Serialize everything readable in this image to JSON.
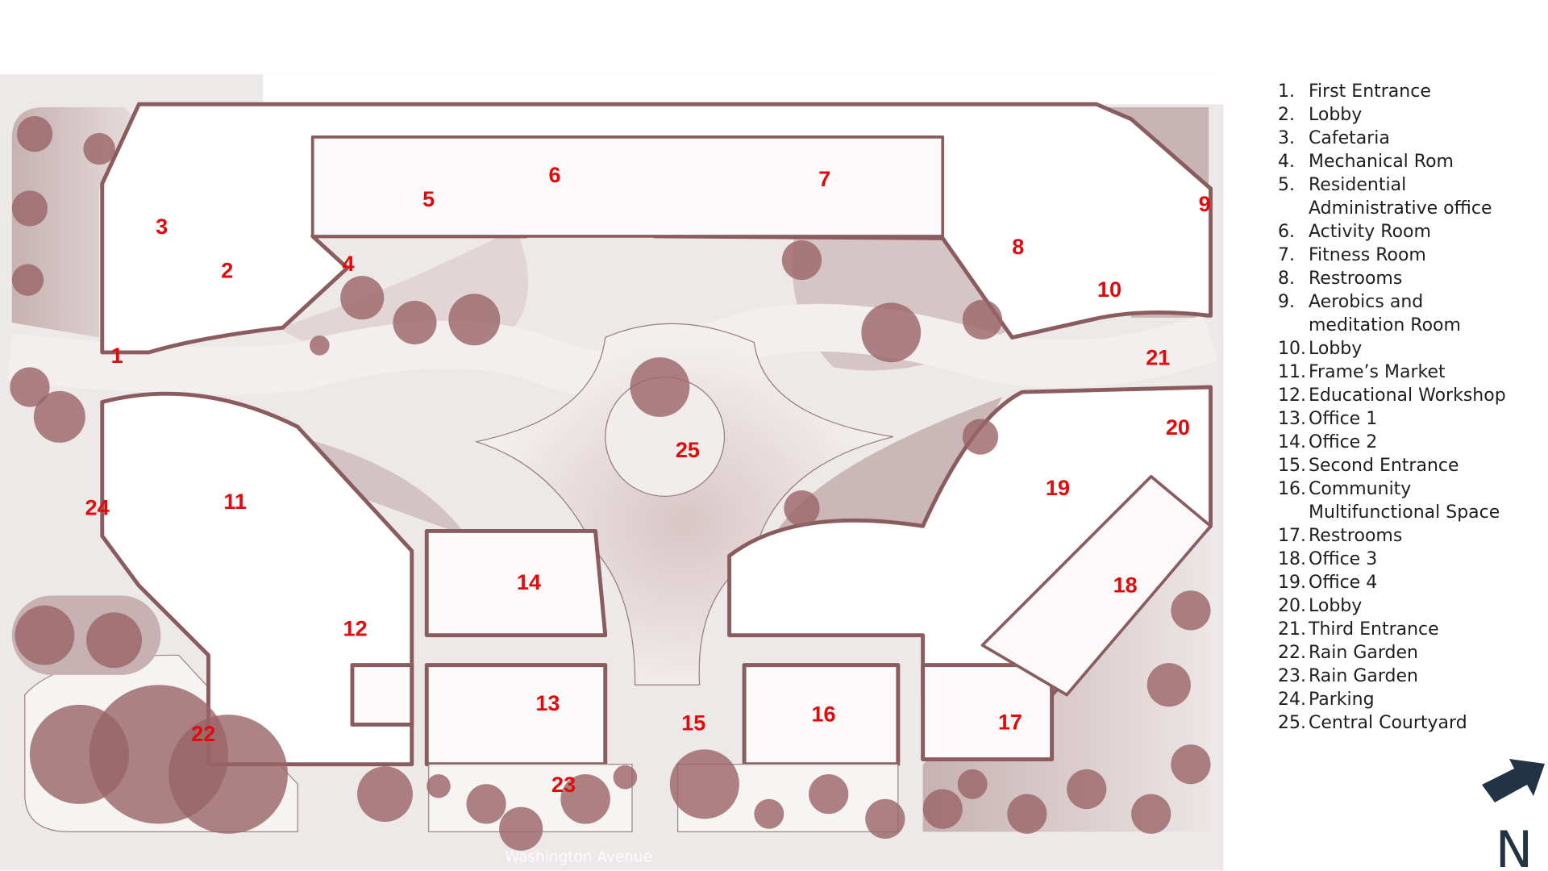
{
  "map": {
    "street_label": "Washington Avenue",
    "labels": [
      "1",
      "2",
      "3",
      "4",
      "5",
      "6",
      "7",
      "8",
      "9",
      "10",
      "11",
      "12",
      "13",
      "14",
      "15",
      "16",
      "17",
      "18",
      "19",
      "20",
      "21",
      "22",
      "23",
      "24",
      "25"
    ],
    "colors": {
      "wall": "#8a5c5e",
      "vegetation": "#9a6467",
      "label": "#e20a0a",
      "ground": "#eee9e9"
    }
  },
  "legend": {
    "items": [
      {
        "num": "1.",
        "text": "First Entrance"
      },
      {
        "num": "2.",
        "text": "Lobby"
      },
      {
        "num": "3.",
        "text": "Cafetaria"
      },
      {
        "num": "4.",
        "text": "Mechanical Rom"
      },
      {
        "num": "5.",
        "text": "Residential Administrative office"
      },
      {
        "num": "6.",
        "text": "Activity Room"
      },
      {
        "num": "7.",
        "text": "Fitness Room"
      },
      {
        "num": "8.",
        "text": "Restrooms"
      },
      {
        "num": "9.",
        "text": "Aerobics and meditation Room"
      },
      {
        "num": "10.",
        "text": "Lobby"
      },
      {
        "num": "11.",
        "text": "Frame’s Market"
      },
      {
        "num": "12.",
        "text": "Educational Workshop"
      },
      {
        "num": "13.",
        "text": "Office 1"
      },
      {
        "num": "14.",
        "text": "Office 2"
      },
      {
        "num": "15.",
        "text": "Second Entrance"
      },
      {
        "num": "16.",
        "text": "Community Multifunctional Space"
      },
      {
        "num": "17.",
        "text": "Restrooms"
      },
      {
        "num": "18.",
        "text": "Office 3"
      },
      {
        "num": "19.",
        "text": "Office 4"
      },
      {
        "num": "20.",
        "text": "Lobby"
      },
      {
        "num": "21.",
        "text": "Third Entrance"
      },
      {
        "num": "22.",
        "text": "Rain Garden"
      },
      {
        "num": "23.",
        "text": "Rain Garden"
      },
      {
        "num": "24.",
        "text": "Parking"
      },
      {
        "num": "25.",
        "text": "Central Courtyard"
      }
    ]
  },
  "compass": {
    "letter": "N",
    "color": "#223345",
    "icon": "north-arrow-icon"
  }
}
